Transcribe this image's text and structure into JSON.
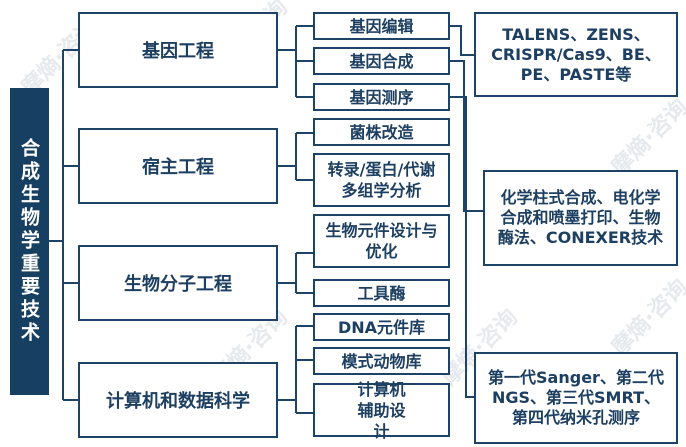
{
  "watermark": "摩熵·咨询",
  "root": {
    "label": "合成生物学重要技术"
  },
  "categories": [
    {
      "label": "基因工程",
      "children": [
        "基因编辑",
        "基因合成",
        "基因测序"
      ]
    },
    {
      "label": "宿主工程",
      "children": [
        "菌株改造",
        "转录/蛋白/代谢多组学分析"
      ]
    },
    {
      "label": "生物分子工程",
      "children": [
        "生物元件设计与优化",
        "工具酶"
      ]
    },
    {
      "label": "计算机和数据科学",
      "children": [
        "DNA元件库",
        "模式动物库",
        "计算机辅助设计"
      ]
    }
  ],
  "details": [
    {
      "for": "基因编辑",
      "text": "TALENS、ZENS、CRISPR/Cas9、BE、PE、PASTE等"
    },
    {
      "for": "基因合成",
      "text": "化学柱式合成、电化学合成和喷墨打印、生物酶法、CONEXER技术"
    },
    {
      "for": "基因测序",
      "text": "第一代Sanger、第二代NGS、第三代SMRT、第四代纳米孔测序"
    }
  ],
  "colors": {
    "primary": "#1d4467",
    "root_fill": "#173f61",
    "text": "#1d3f61"
  }
}
